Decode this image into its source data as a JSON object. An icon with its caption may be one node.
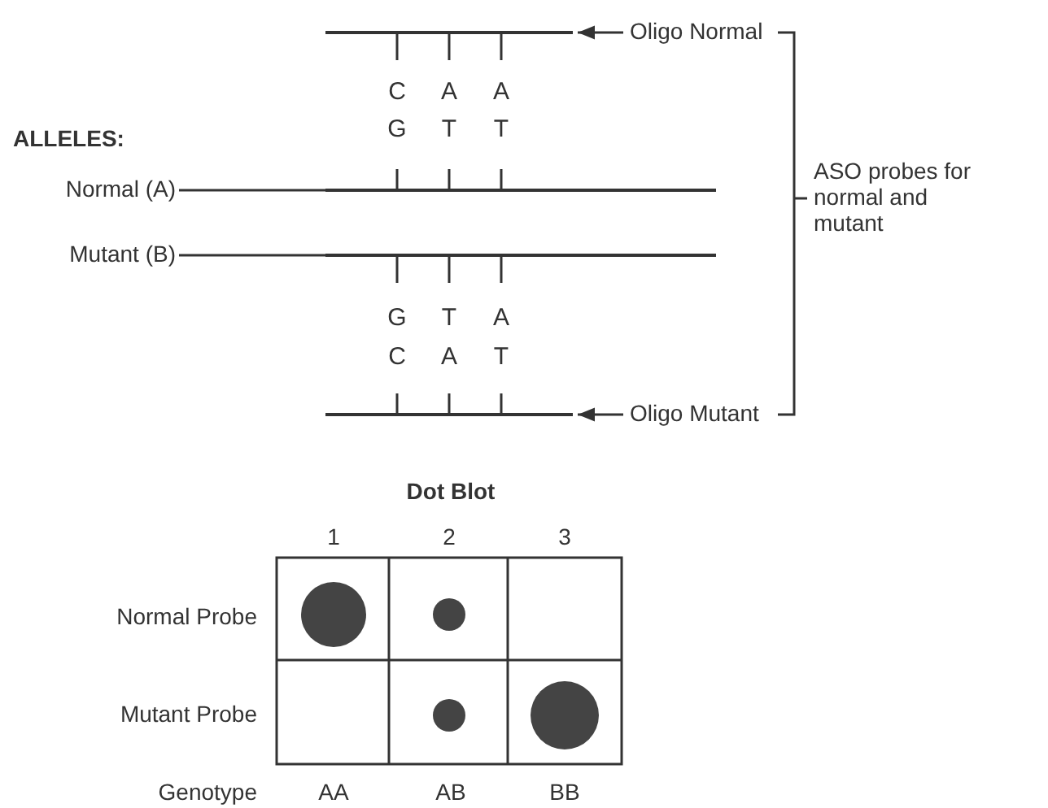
{
  "diagram": {
    "nodes": [
      {
        "text": [],
        "shape": "bar"
      },
      {
        "text": [
          "Oligo Normal"
        ]
      },
      {
        "text": [
          "Normal (A)"
        ]
      },
      {
        "text": [],
        "shape": "bar"
      },
      {
        "text": [
          "ASO probes for normal and mutant"
        ]
      },
      {
        "text": [
          "Mutant (B)"
        ]
      },
      {
        "text": [],
        "shape": "bar"
      },
      {
        "text": [],
        "shape": "bar"
      },
      {
        "text": [
          "Oligo Mutant"
        ]
      }
    ],
    "edges": [
      {
        "from": 1,
        "to": 0,
        "arrow": "to"
      },
      {
        "from": 2,
        "to": 3,
        "arrow": "none"
      },
      {
        "from": 5,
        "to": 6,
        "arrow": "none"
      },
      {
        "from": 8,
        "to": 7,
        "arrow": "to"
      }
    ],
    "labels": [
      "C",
      "A",
      "A",
      "G",
      "T",
      "T",
      "ALLELES:",
      "G",
      "T",
      "A",
      "C",
      "A",
      "T",
      "Dot Blot",
      "1",
      "2",
      "3",
      "Normal Probe",
      "Mutant Probe",
      "Genotype",
      "AA",
      "AB",
      "BB"
    ]
  }
}
